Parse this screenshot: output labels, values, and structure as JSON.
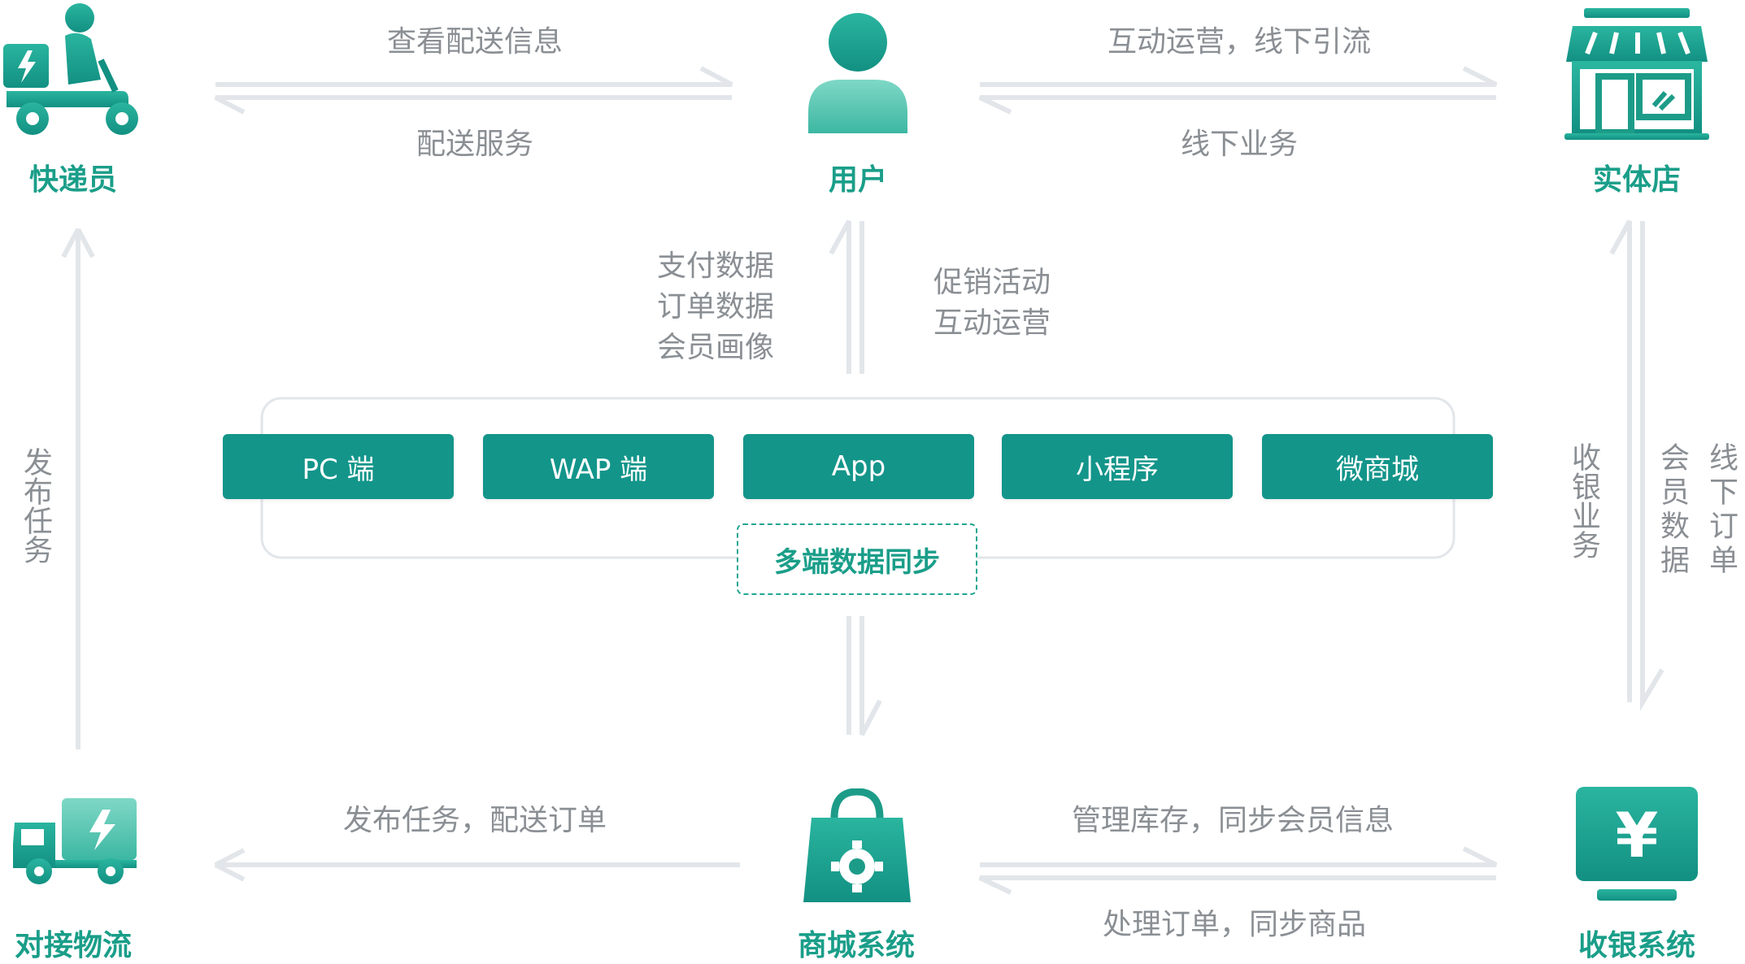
{
  "colors": {
    "accent": "#1a9e89",
    "button": "#13958a",
    "arrow": "#e2e6ea",
    "text": "#8a8f94"
  },
  "nodes": {
    "courier": "快递员",
    "user": "用户",
    "store": "实体店",
    "logistics": "对接物流",
    "mall": "商城系统",
    "cashier": "收银系统"
  },
  "edges": {
    "courier_user_top": "查看配送信息",
    "courier_user_bottom": "配送服务",
    "user_store_top": "互动运营，线下引流",
    "user_store_bottom": "线下业务",
    "user_center_left": [
      "支付数据",
      "订单数据",
      "会员画像"
    ],
    "user_center_right": [
      "促销活动",
      "互动运营"
    ],
    "logistics_courier": "发布任务",
    "cashier_store_left": "收银业务",
    "cashier_store_right": [
      "线下订单",
      "会员数据"
    ],
    "mall_logistics": "发布任务，配送订单",
    "mall_cashier_top": "管理库存，同步会员信息",
    "mall_cashier_bottom": "处理订单，同步商品"
  },
  "platforms": [
    "PC 端",
    "WAP 端",
    "App",
    "小程序",
    "微商城"
  ],
  "sync_label": "多端数据同步",
  "icons": [
    "delivery-scooter-icon",
    "user-icon",
    "storefront-icon",
    "delivery-truck-icon",
    "shopping-bag-icon",
    "cash-register-icon"
  ]
}
